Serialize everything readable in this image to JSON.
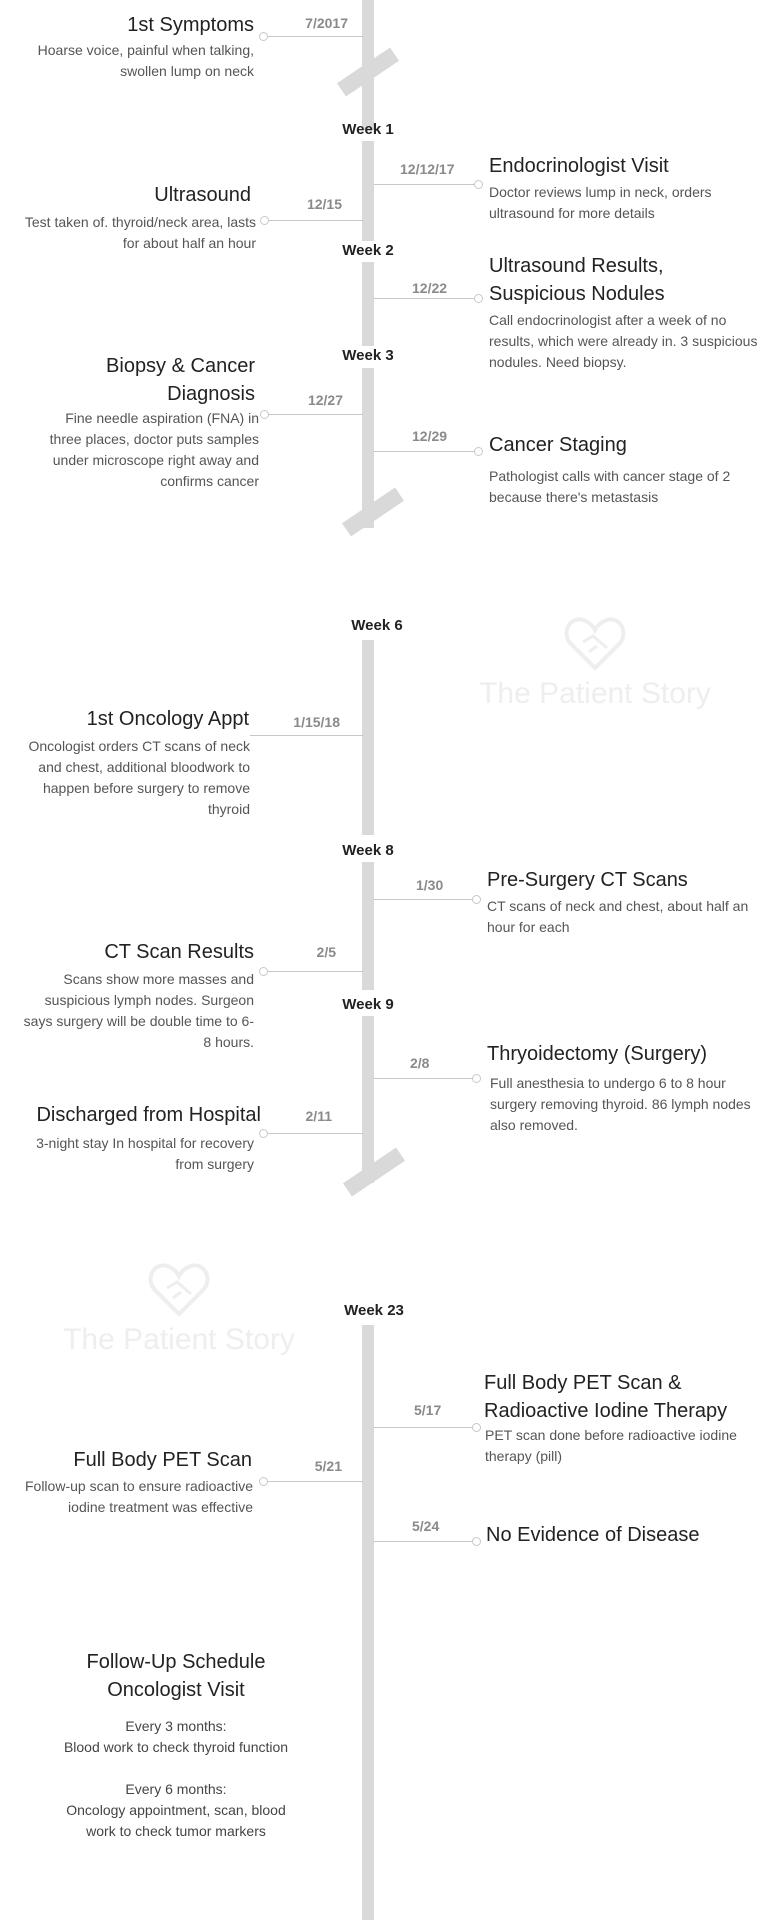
{
  "weeks": {
    "w1": "Week 1",
    "w2": "Week 2",
    "w3": "Week 3",
    "w6": "Week 6",
    "w8": "Week 8",
    "w9": "Week 9",
    "w23": "Week 23"
  },
  "events": {
    "symptoms": {
      "date": "7/2017",
      "title": "1st Symptoms",
      "desc": "Hoarse voice, painful when talking, swollen lump on neck"
    },
    "endo": {
      "date": "12/12/17",
      "title": "Endocrinologist Visit",
      "desc": "Doctor reviews lump in neck, orders ultrasound for more details"
    },
    "ultrasound": {
      "date": "12/15",
      "title": "Ultrasound",
      "desc": "Test taken of. thyroid/neck area, lasts for about half an hour"
    },
    "us_results": {
      "date": "12/22",
      "title": "Ultrasound Results, Suspicious Nodules",
      "desc": "Call endocrinologist after a week of no results, which were already in. 3 suspicious nodules. Need biopsy."
    },
    "biopsy": {
      "date": "12/27",
      "title": "Biopsy & Cancer Diagnosis",
      "desc": "Fine needle aspiration (FNA) in three places, doctor puts samples under microscope right away and confirms cancer"
    },
    "staging": {
      "date": "12/29",
      "title": "Cancer Staging",
      "desc": "Pathologist calls with cancer stage of 2 because there's metastasis"
    },
    "oncology": {
      "date": "1/15/18",
      "title": "1st Oncology Appt",
      "desc": "Oncologist orders CT scans of neck and chest, additional bloodwork to happen before surgery to remove thyroid"
    },
    "presurgery_ct": {
      "date": "1/30",
      "title": "Pre-Surgery CT Scans",
      "desc": "CT scans of neck and chest, about half an hour for each"
    },
    "ct_results": {
      "date": "2/5",
      "title": "CT Scan Results",
      "desc": "Scans show more masses and suspicious lymph nodes. Surgeon says surgery will be double time to 6-8 hours."
    },
    "thyroidectomy": {
      "date": "2/8",
      "title": "Thryoidectomy (Surgery)",
      "desc": "Full anesthesia to undergo 6 to 8 hour surgery removing thyroid. 86 lymph nodes also removed."
    },
    "discharged": {
      "date": "2/11",
      "title": "Discharged from Hospital",
      "desc": "3-night stay In hospital for recovery from surgery"
    },
    "pet_rai": {
      "date": "5/17",
      "title": "Full Body PET Scan & Radioactive Iodine Therapy",
      "desc": "PET scan done before radioactive iodine therapy (pill)"
    },
    "pet_followup": {
      "date": "5/21",
      "title": "Full Body PET Scan",
      "desc": "Follow-up scan to ensure radioactive iodine treatment was effective"
    },
    "ned": {
      "date": "5/24",
      "title": "No Evidence of Disease"
    }
  },
  "followup": {
    "title": "Follow-Up Schedule Oncologist Visit",
    "every3_heading": "Every 3 months:",
    "every3_text": "Blood work to check thyroid function",
    "every6_heading": "Every 6 months:",
    "every6_text": "Oncology appointment, scan, blood work to check tumor markers"
  },
  "watermark": {
    "text": "The Patient Story",
    "icon": "heart-handshake-icon"
  }
}
